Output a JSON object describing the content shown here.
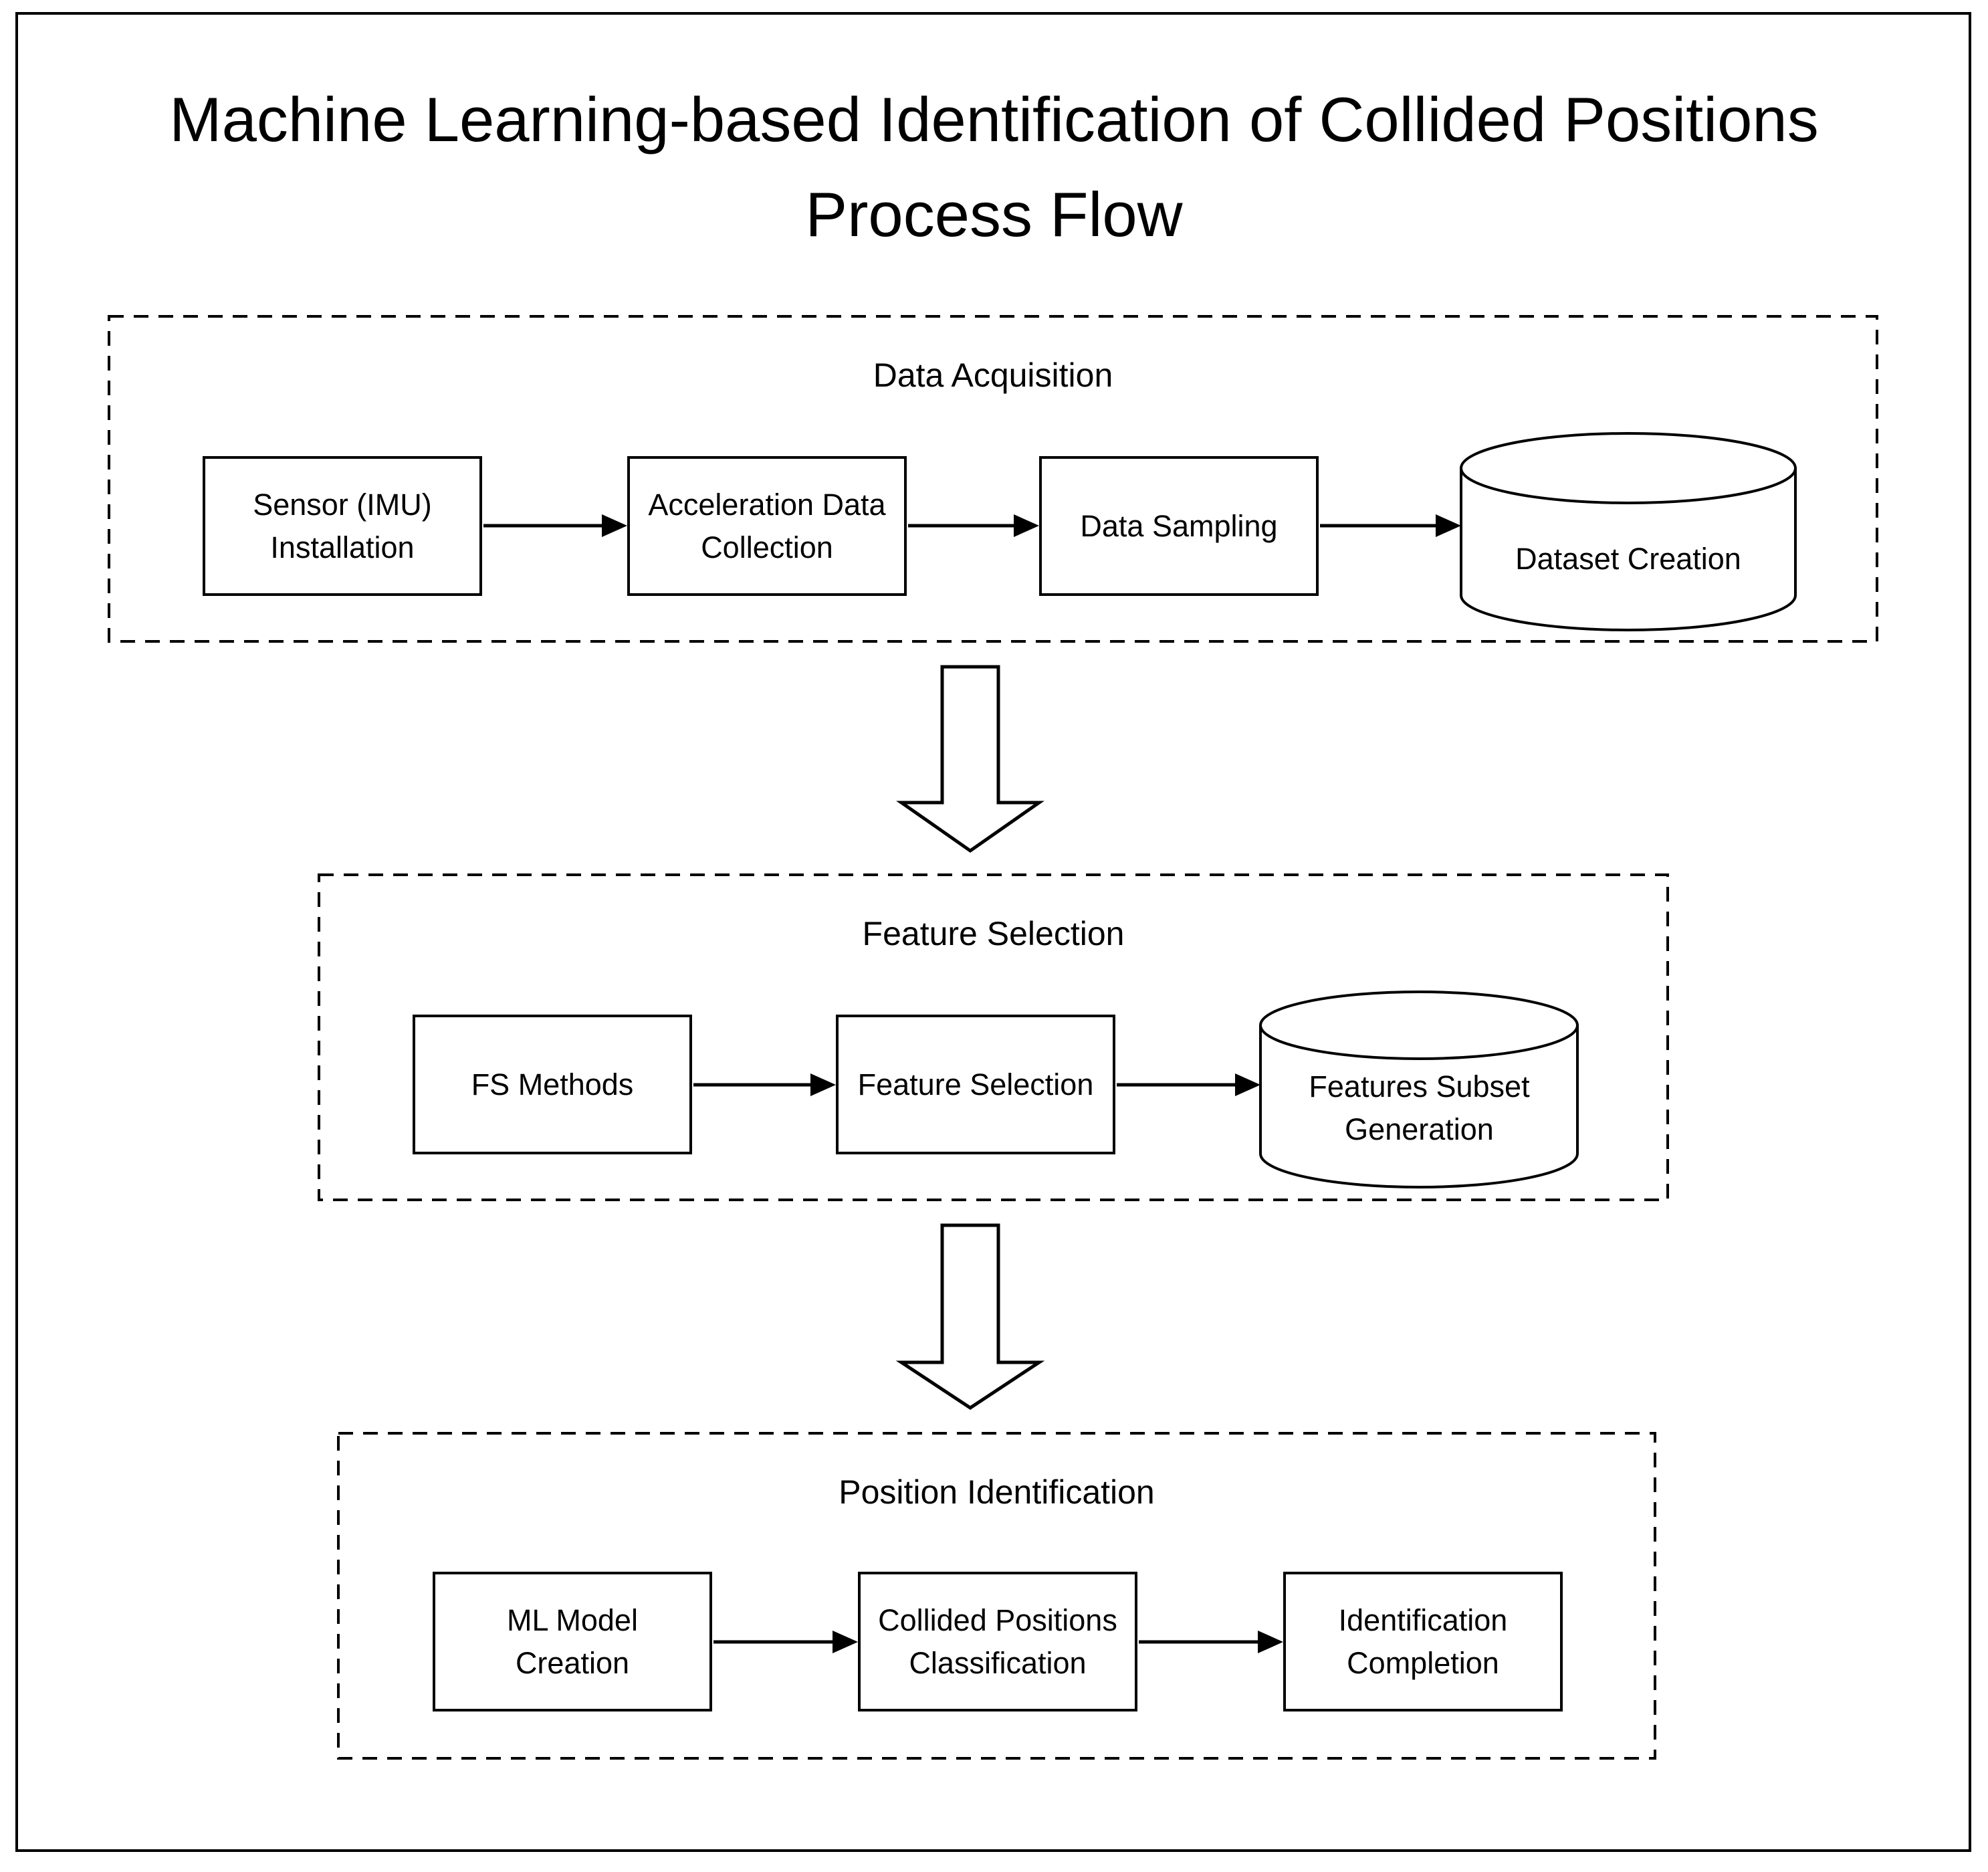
{
  "title": {
    "line1": "Machine Learning-based Identification of Collided Positions",
    "line2": "Process Flow"
  },
  "sections": [
    {
      "label": "Data Acquisition",
      "nodes": [
        {
          "label": "Sensor (IMU)\nInstallation",
          "type": "process"
        },
        {
          "label": "Acceleration Data\nCollection",
          "type": "process"
        },
        {
          "label": "Data Sampling",
          "type": "process"
        },
        {
          "label": "Dataset Creation",
          "type": "datastore"
        }
      ]
    },
    {
      "label": "Feature Selection",
      "nodes": [
        {
          "label": "FS Methods",
          "type": "process"
        },
        {
          "label": "Feature Selection",
          "type": "process"
        },
        {
          "label": "Features Subset\nGeneration",
          "type": "datastore"
        }
      ]
    },
    {
      "label": "Position Identification",
      "nodes": [
        {
          "label": "ML Model\nCreation",
          "type": "process"
        },
        {
          "label": "Collided Positions\nClassification",
          "type": "process"
        },
        {
          "label": "Identification\nCompletion",
          "type": "process"
        }
      ]
    }
  ],
  "colors": {
    "ink": "#000000",
    "background": "#ffffff"
  }
}
